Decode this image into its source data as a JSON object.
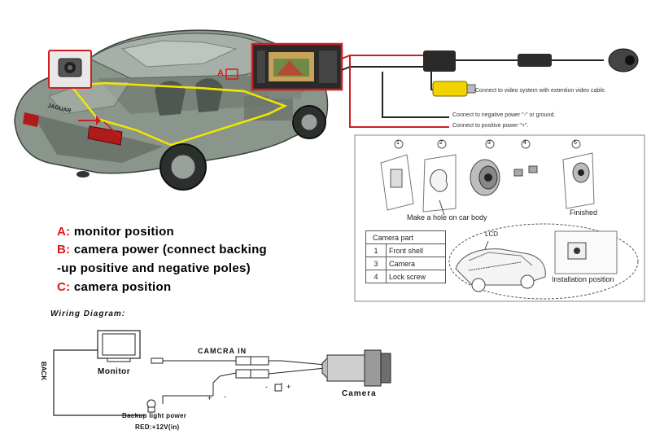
{
  "car_badge": "JAGUAR",
  "monitor_marker": "A",
  "legend": {
    "a_key": "A:",
    "a_text": " monitor  position",
    "b_key": "B:",
    "b_text": " camera power (connect backing",
    "b_text_2": "-up positive and negative poles)",
    "c_key": "C:",
    "c_text": " camera position"
  },
  "cable_labels": {
    "video": "Connect to video system with extention video cable.",
    "negative": "Connect to negative power \"-\" or ground.",
    "positive": "Connect to positive power \"+\"."
  },
  "steps": {
    "s1": "1",
    "s2": "2",
    "s3": "3",
    "s4": "4",
    "s5": "5",
    "hole_caption": "Make a hole on car body",
    "finished_caption": "Finished"
  },
  "parts": {
    "header": "Camera part",
    "rows": [
      {
        "num": "1",
        "label": "Front shell"
      },
      {
        "num": "3",
        "label": "Camera"
      },
      {
        "num": "4",
        "label": "Lock screw"
      }
    ]
  },
  "install": {
    "lcd_label": "LCD",
    "position_label": "Installation  position"
  },
  "wiring": {
    "title": "Wiring Diagram:",
    "back": "BACK",
    "monitor": "Monitor",
    "camcra_in": "CAMCRA IN",
    "camera": "Camera",
    "backup_power": "Backup light power",
    "red_spec": "RED:+12V(in)",
    "plus1": "+",
    "minus1": "-",
    "minus2": "-",
    "plus2": "+"
  },
  "colors": {
    "accent_red": "#e01818",
    "yellow_wire": "#f2e600",
    "car_body": "#7e8a80"
  }
}
